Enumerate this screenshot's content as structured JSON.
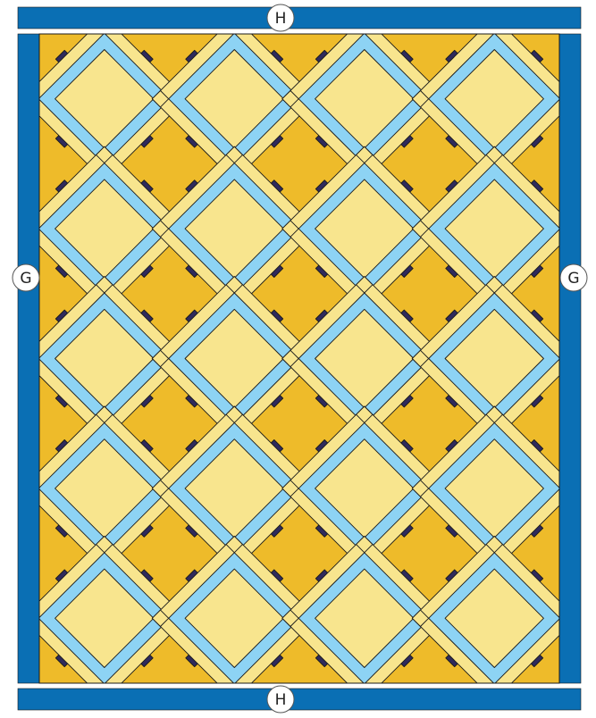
{
  "labels": {
    "top_border": "H",
    "bottom_border": "H",
    "left_border": "G",
    "right_border": "G"
  },
  "colors": {
    "border": "#0a6fb4",
    "gold": "#eebb2a",
    "pale_yellow": "#f8e58e",
    "light_blue": "#8dd3f4",
    "navy": "#2f2a5c",
    "outline": "#1a1a1a",
    "label_circle": "#ffffff"
  },
  "quilt": {
    "block_columns": 4,
    "block_rows": 5,
    "orientation": "on-point"
  }
}
